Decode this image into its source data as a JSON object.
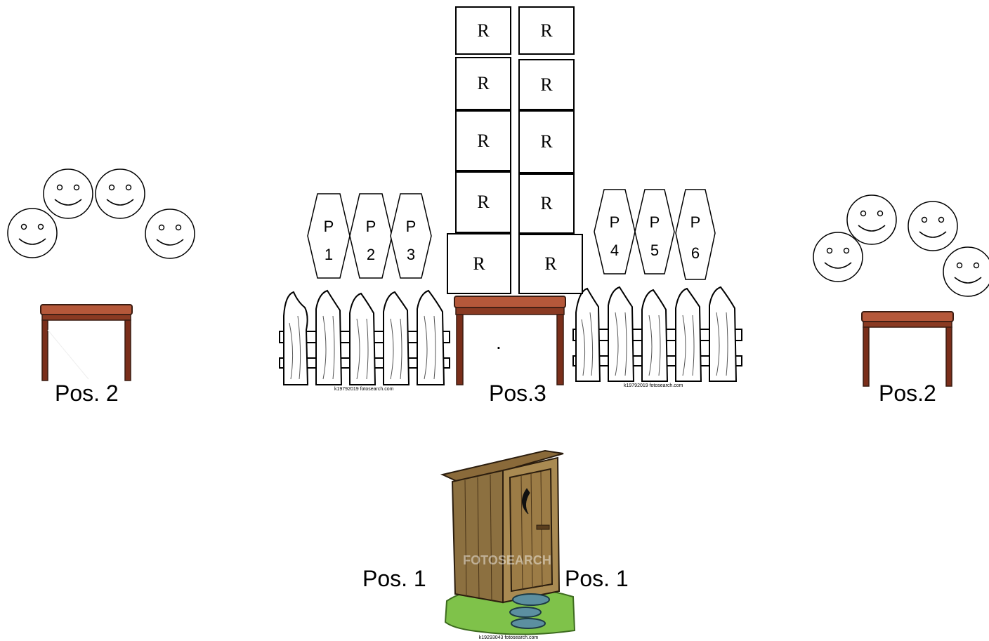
{
  "labels": {
    "pos_left_table": "Pos. 2",
    "pos_center_table": "Pos.3",
    "pos_right_table": "Pos.2",
    "pos_outhouse_left": "Pos. 1",
    "pos_outhouse_right": "Pos. 1",
    "center_dot": "."
  },
  "r_boxes": [
    "R",
    "R",
    "R",
    "R",
    "R",
    "R",
    "R",
    "R",
    "R",
    "R"
  ],
  "pillars_left": [
    {
      "letter": "P",
      "number": "1"
    },
    {
      "letter": "P",
      "number": "2"
    },
    {
      "letter": "P",
      "number": "3"
    }
  ],
  "pillars_right": [
    {
      "letter": "P",
      "number": "4"
    },
    {
      "letter": "P",
      "number": "5"
    },
    {
      "letter": "P",
      "number": "6"
    }
  ],
  "watermarks": {
    "fence_left": "k19792019  fotosearch.com",
    "fence_right": "k19792019  fotosearch.com",
    "outhouse": "k19293043  fotosearch.com",
    "overlay": "FOTOSEARCH"
  },
  "icons": {
    "smiley": "smiley-face-icon",
    "table": "wooden-table-icon",
    "fence": "picket-fence-icon",
    "outhouse": "outhouse-icon"
  }
}
